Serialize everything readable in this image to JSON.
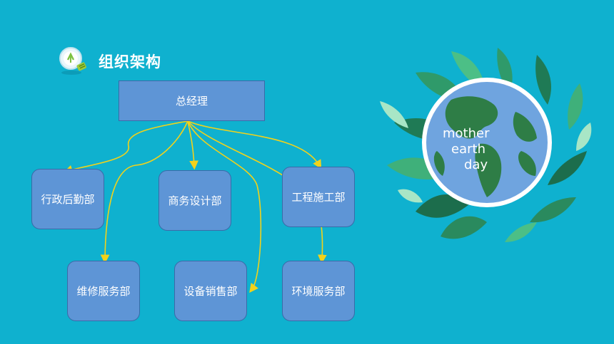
{
  "header": {
    "title": "组织架构",
    "icon": "lightbulb-icon"
  },
  "org_chart": {
    "root": "总经理",
    "departments": [
      "行政后勤部",
      "商务设计部",
      "工程施工部",
      "维修服务部",
      "设备销售部",
      "环境服务部"
    ]
  },
  "illustration": {
    "icon": "earth-globe-icon",
    "lines": [
      "mother",
      "earth",
      "day"
    ]
  },
  "colors": {
    "background": "#0fb1cf",
    "node_fill": "#5e95d6",
    "connector": "#f2d21a"
  }
}
